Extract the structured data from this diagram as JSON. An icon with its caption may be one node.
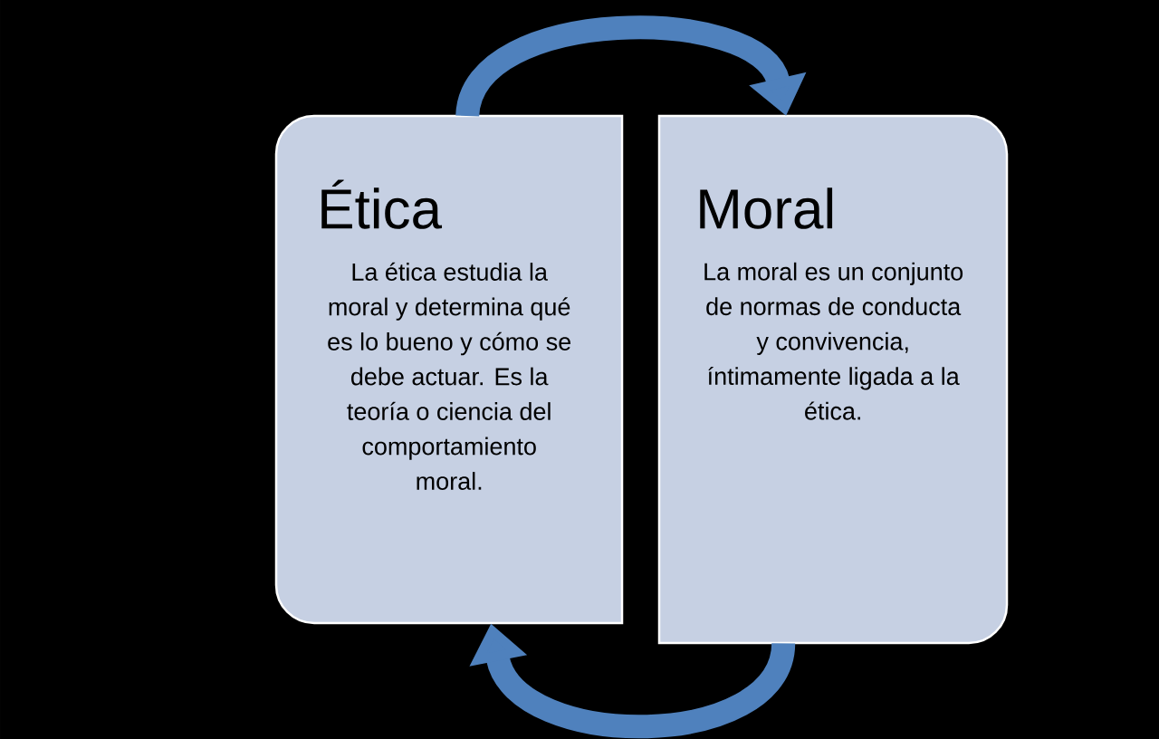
{
  "diagram": {
    "nodes": [
      {
        "text": [
          "Ética",
          "La ética estudia la moral y determina qué es lo bueno y cómo se debe actuar. Es la teoría o ciencia del comportamiento moral."
        ]
      },
      {
        "text": [
          "Moral",
          "La moral es un conjunto de normas de conducta y convivencia, íntimamente ligada a la ética."
        ]
      }
    ],
    "edges": [
      {
        "from": 0,
        "to": 1,
        "arrow": "to"
      },
      {
        "from": 1,
        "to": 0,
        "arrow": "to"
      }
    ]
  }
}
